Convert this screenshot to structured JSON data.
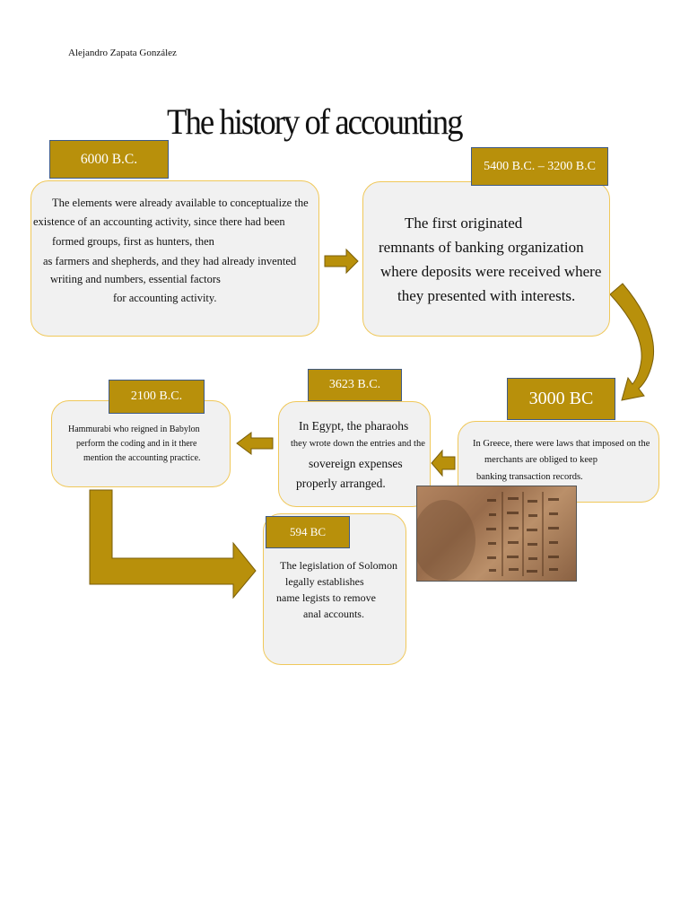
{
  "author": "Alejandro Zapata González",
  "title": "The history of accounting",
  "events": [
    {
      "date": "6000 B.C.",
      "lines": [
        "The elements were already available to conceptualize the",
        "existence of an accounting activity, since there had been",
        "formed groups, first as hunters, then",
        "as farmers and shepherds, and they had already invented",
        "writing and numbers, essential factors",
        "for accounting activity."
      ]
    },
    {
      "date": "5400 B.C. – 3200 B.C",
      "lines": [
        "The first originated",
        "remnants of banking organization",
        "where deposits were received where",
        "they presented with interests."
      ]
    },
    {
      "date": "3000 BC",
      "lines": [
        "In Greece, there were laws that imposed on the",
        "merchants are obliged to keep",
        "banking transaction records."
      ]
    },
    {
      "date": "3623 B.C.",
      "lines": [
        "In Egypt, the pharaohs",
        "they wrote down the entries and the",
        "sovereign expenses",
        "properly arranged."
      ]
    },
    {
      "date": "2100 B.C.",
      "lines": [
        "Hammurabi who reigned in Babylon",
        "perform the coding and in it there",
        "mention the accounting practice."
      ]
    },
    {
      "date": "594 BC",
      "lines": [
        "The legislation of Solomon",
        "legally establishes",
        "name legists to remove",
        "anal accounts."
      ]
    }
  ],
  "colors": {
    "tag": "#b8900b",
    "arrow": "#b8900b",
    "box_fill": "#f1f1f1",
    "box_border": "#f0c85a"
  }
}
